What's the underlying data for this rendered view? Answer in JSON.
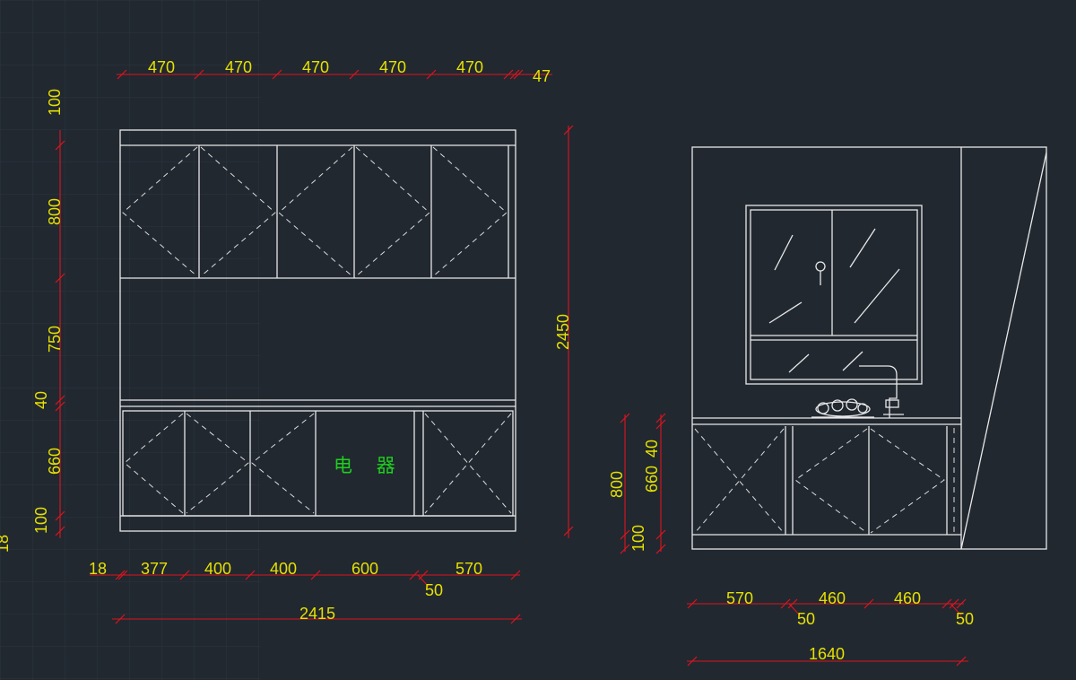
{
  "colors": {
    "background": "#212830",
    "geometry": "#e8e8e8",
    "dimension_line": "#e0141e",
    "dimension_text": "#e6e000",
    "label": "#1ed01e"
  },
  "front_elevation": {
    "top_widths": [
      "470",
      "470",
      "470",
      "470",
      "470",
      "47"
    ],
    "left_heights": [
      "100",
      "800",
      "750",
      "40",
      "660",
      "100"
    ],
    "overall_height": "2450",
    "bottom_widths": [
      "18",
      "377",
      "400",
      "400",
      "600",
      "570",
      "50"
    ],
    "overall_width": "2415",
    "appliance_label": "电 器",
    "edge_fragment": "18"
  },
  "side_elevation": {
    "left_heights": [
      "800",
      "100",
      "660",
      "40"
    ],
    "bottom_widths": [
      "570",
      "50",
      "460",
      "460",
      "50"
    ],
    "overall_width": "1640"
  }
}
